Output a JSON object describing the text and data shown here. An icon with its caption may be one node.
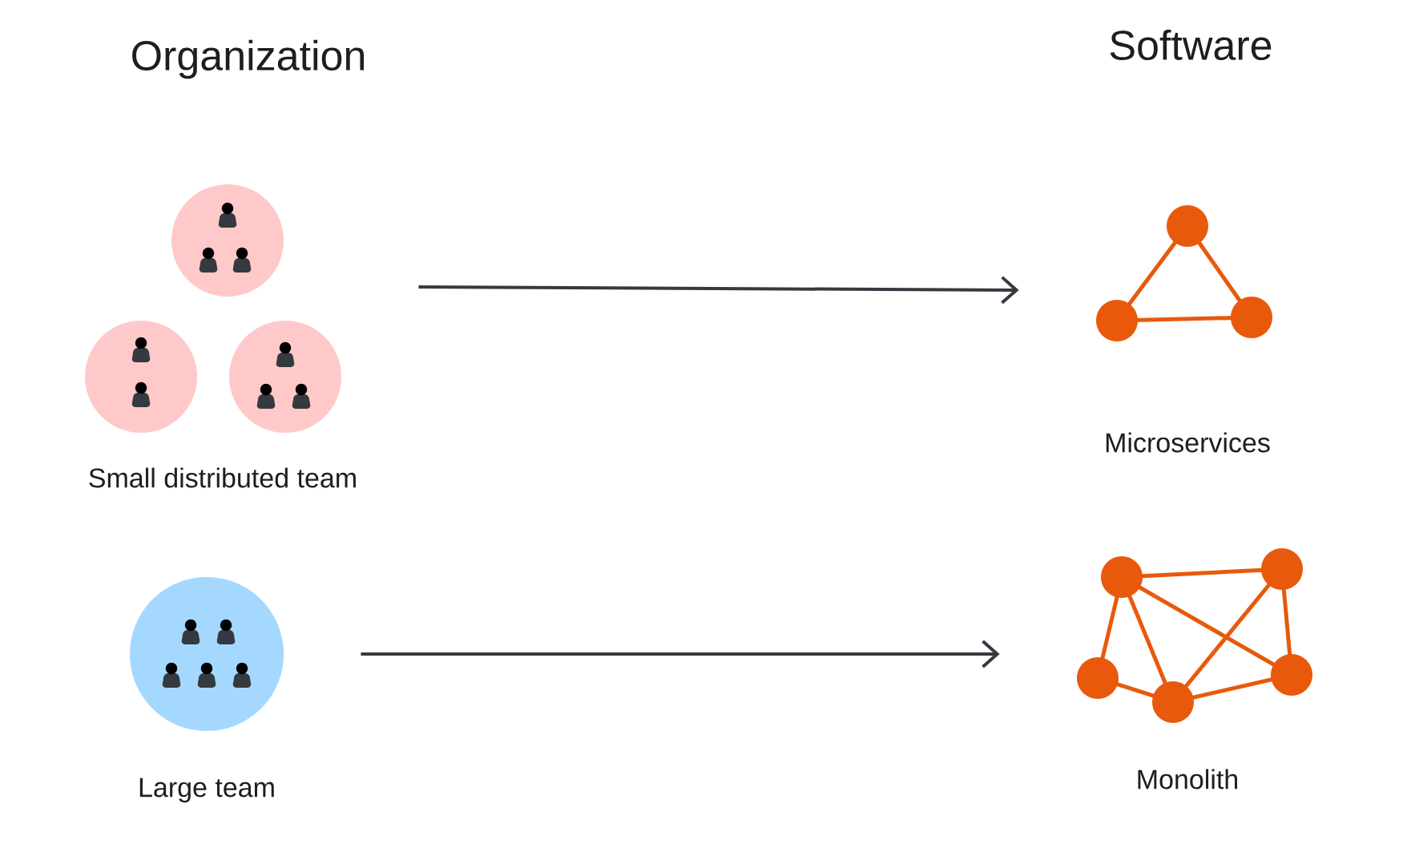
{
  "diagram": {
    "nodes": [
      {
        "text": [],
        "shape": "picture",
        "beside": [
          "Small distributed team"
        ]
      },
      {
        "text": [],
        "shape": "picture",
        "beside": [
          "Large team"
        ]
      },
      {
        "text": [],
        "shape": "picture",
        "beside": [
          "Microservices"
        ]
      },
      {
        "text": [],
        "shape": "picture",
        "beside": [
          "Monolith"
        ]
      }
    ],
    "edges": [
      {
        "from": 0,
        "to": 2,
        "arrow": "to"
      },
      {
        "from": 1,
        "to": 3,
        "arrow": "to"
      }
    ],
    "labels": [
      "Organization",
      "Software"
    ]
  }
}
